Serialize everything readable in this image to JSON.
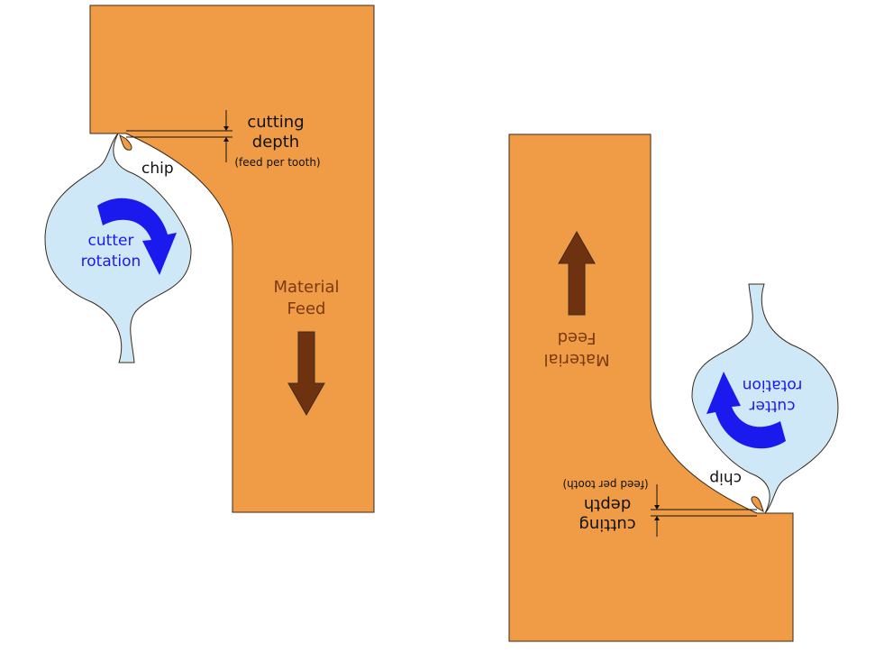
{
  "colors": {
    "material": "#f09b45",
    "cutter": "#cfe8f8",
    "outline": "#3a2a1a",
    "rotation_arrow": "#1a1aee",
    "feed_arrow": "#6e3210",
    "feed_text": "#7a3a12",
    "label_text": "#111111"
  },
  "icons": {
    "rotation": "curved-arrow-icon",
    "feed": "arrow-icon"
  },
  "left_panel": {
    "cut_label_line1": "cutting",
    "cut_label_line2": "depth",
    "cut_label_line3": "(feed per tooth)",
    "chip_label": "chip",
    "cutter_label_line1": "cutter",
    "cutter_label_line2": "rotation",
    "feed_label_line1": "Material",
    "feed_label_line2": "Feed"
  },
  "right_panel": {
    "cut_label_line1": "cutting",
    "cut_label_line2": "depth",
    "cut_label_line3": "(feed per tooth)",
    "chip_label": "chip",
    "cutter_label_line1": "cutter",
    "cutter_label_line2": "rotation",
    "feed_label_line1": "Material",
    "feed_label_line2": "Feed"
  }
}
